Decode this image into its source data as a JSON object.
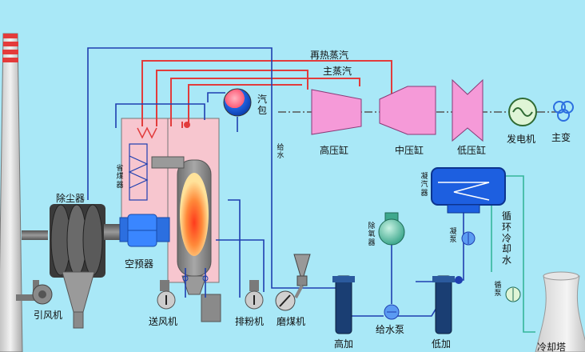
{
  "labels": {
    "reheat_steam": "再热蒸汽",
    "main_steam": "主蒸汽",
    "drum": "汽包",
    "hp_cylinder": "高压缸",
    "ip_cylinder": "中压缸",
    "lp_cylinder": "低压缸",
    "generator": "发电机",
    "main_transformer": "主变",
    "feedwater": "给水",
    "economizer": "省煤器",
    "dust_collector": "除尘器",
    "condenser": "凝汽器",
    "deaerator": "除氧器",
    "condensate_pump": "凝泵",
    "circulating_water": "循环冷却水",
    "circ_pump": "循泵",
    "air_preheater": "空预器",
    "induced_fan": "引风机",
    "forced_fan": "送风机",
    "powder_fan": "排粉机",
    "coal_mill": "磨煤机",
    "feed_pump": "给水泵",
    "hp_heater": "高加",
    "lp_heater": "低加",
    "cooling_tower": "冷却塔"
  },
  "colors": {
    "background": "#a9e8f7",
    "steam_line": "#e23c3c",
    "water_line": "#1f3fb0",
    "cooling_line": "#34b59a",
    "turbine": "#f59ad8",
    "boiler": "#f7c6cf",
    "furnace": "#8f8f8f",
    "equipment_blue": "#2c6fe0",
    "equipment_gray": "#8c8c8c"
  },
  "icons": [
    "chimney-icon",
    "turbine-icon",
    "generator-icon",
    "transformer-icon",
    "pump-icon",
    "fan-icon",
    "cooling-tower-icon",
    "coal-mill-icon"
  ]
}
